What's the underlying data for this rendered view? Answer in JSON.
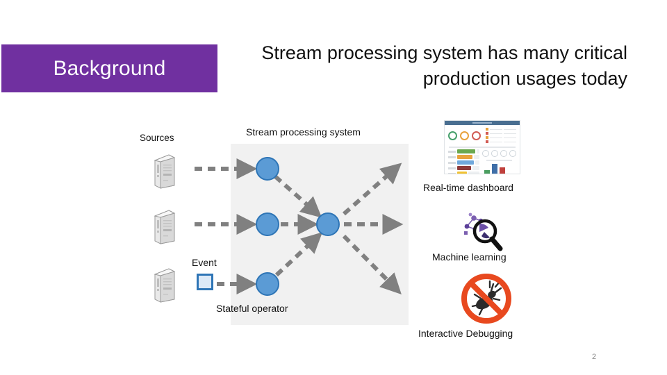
{
  "slide": {
    "banner_label": "Background",
    "headline": "Stream processing system has many critical production usages today",
    "page_number": "2",
    "accent_purple": "#7030A0",
    "node_blue": "#5B9BD5",
    "node_blue_border": "#2E75B6",
    "arrow_gray": "#808080",
    "panel_gray": "#F1F1F1"
  },
  "diagram": {
    "sources_label": "Sources",
    "system_label": "Stream processing system",
    "event_label": "Event",
    "stateful_operator_label": "Stateful operator",
    "sources": [
      {
        "name": "source-server-1"
      },
      {
        "name": "source-server-2"
      },
      {
        "name": "source-server-3"
      }
    ],
    "operators": [
      {
        "name": "operator-top"
      },
      {
        "name": "operator-middle"
      },
      {
        "name": "operator-bottom"
      },
      {
        "name": "operator-central"
      }
    ],
    "edges": [
      {
        "name": "source-1-to-operator-top"
      },
      {
        "name": "source-2-to-operator-middle"
      },
      {
        "name": "event-to-operator-bottom"
      },
      {
        "name": "operator-top-to-central"
      },
      {
        "name": "operator-middle-to-central"
      },
      {
        "name": "operator-bottom-to-central"
      },
      {
        "name": "central-out-upper-right"
      },
      {
        "name": "central-out-right"
      },
      {
        "name": "central-out-lower-right"
      }
    ]
  },
  "outputs": [
    {
      "label": "Real-time dashboard",
      "icon": "dashboard-screenshot-icon"
    },
    {
      "label": "Machine learning",
      "icon": "magnifier-node-graph-icon"
    },
    {
      "label": "Interactive Debugging",
      "icon": "no-bug-prohibited-icon"
    }
  ],
  "dashboard_icon": {
    "kpi_colors": [
      "#46a06b",
      "#e8a33d",
      "#d15b54",
      "#b9c4cd"
    ],
    "list_bar_colors": [
      "#6aa84f",
      "#e8a33d",
      "#6fa8dc",
      "#8e3b3b",
      "#f1c232"
    ],
    "bar_chart_colors": [
      "#4a9d5f",
      "#3f6fa8",
      "#c0403c"
    ]
  }
}
